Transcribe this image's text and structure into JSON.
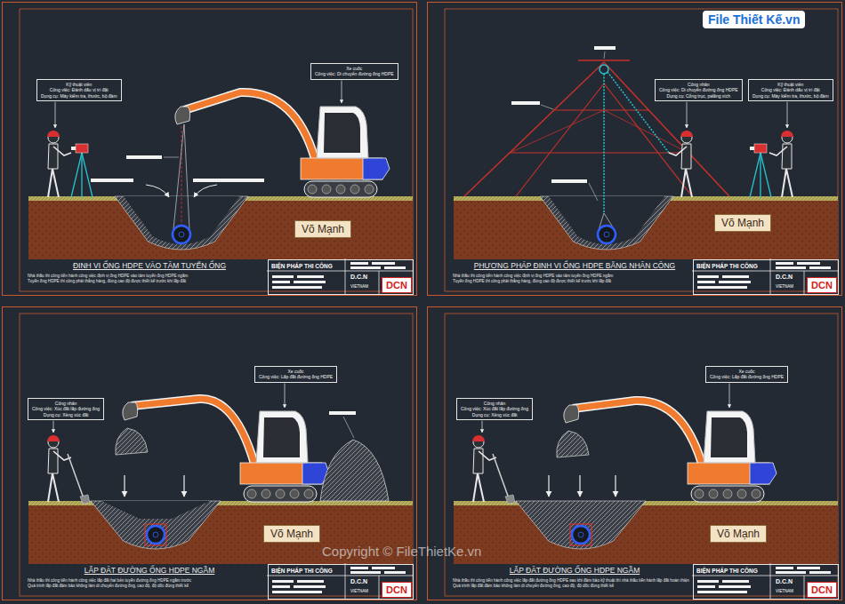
{
  "diagram": {
    "nodes": [
      {
        "text": [
          "ĐỊNH VỊ ỐNG HDPE VÀO TÂM TUYẾN ỐNG",
          "Nhà thầu thi công tiến hành công việc định vị ống HDPE vào tâm tuyến ống HDPE ngầm",
          "Tuyến ống HDPE thi công phải thẳng hàng, đúng cao độ được thiết kế trước khi lấp đất"
        ]
      },
      {
        "text": [
          "Kỹ thuật viên",
          "Công việc: Đánh dấu vị trí đặt",
          "Dụng cụ: Máy kiểm tra, thước, bộ đàm"
        ],
        "in": 0
      },
      {
        "text": [
          "Xe cuốc",
          "Công việc: Di chuyển đường ống HDPE"
        ],
        "in": 0
      },
      {
        "text": [
          "Võ Mạnh"
        ],
        "in": 0
      },
      {
        "text": [
          "BIỆN PHÁP THI CÔNG",
          "D.C.N",
          "VIETNAM"
        ],
        "in": 0
      },
      {
        "text": [
          "DCN"
        ],
        "in": 4
      },
      {
        "text": [
          "PHƯƠNG PHÁP ĐỊNH VỊ ỐNG HDPE BẰNG NHÂN CÔNG",
          "Nhà thầu thi công tiến hành công việc định vị ống HDPE vào tâm tuyến ống HDPE ngầm",
          "Tuyến ống HDPE thi công phải thẳng hàng, đúng cao độ được thiết kế trước khi lấp đất"
        ]
      },
      {
        "text": [
          "Công nhân",
          "Công việc: Di chuyển đường ống HDPE",
          "Dụng cụ: Cổng trục, palăng xích"
        ],
        "in": 6
      },
      {
        "text": [
          "Kỹ thuật viên",
          "Công việc: Đánh dấu vị trí đặt",
          "Dụng cụ: Máy kiểm tra, thước, bộ đàm"
        ],
        "in": 6
      },
      {
        "text": [
          "Võ Mạnh"
        ],
        "in": 6
      },
      {
        "text": [
          "BIỆN PHÁP THI CÔNG",
          "D.C.N",
          "VIETNAM"
        ],
        "in": 6
      },
      {
        "text": [
          "DCN"
        ],
        "in": 10
      },
      {
        "text": [
          "LẮP ĐẶT ĐƯỜNG ỐNG HDPE NGẦM",
          "Nhà thầu thi công tiến hành công việc lấp đất hai bên tuyến đường ống HDPE ngầm trước",
          "Quá trình lấp đất đảm bảo không làm di chuyển đường ống, cao độ, độ dốc đúng thiết kế"
        ]
      },
      {
        "text": [
          "Công nhân",
          "Công việc: Xúc đất lấp đường ống",
          "Dụng cụ: Xẻng xúc đất"
        ],
        "in": 12
      },
      {
        "text": [
          "Xe cuốc",
          "Công việc: Lấp đất đường ống HDPE"
        ],
        "in": 12
      },
      {
        "text": [
          "Võ Mạnh"
        ],
        "in": 12
      },
      {
        "text": [
          "BIỆN PHÁP THI CÔNG",
          "D.C.N",
          "VIETNAM"
        ],
        "in": 12
      },
      {
        "text": [
          "DCN"
        ],
        "in": 16
      },
      {
        "text": [
          "LẮP ĐẶT ĐƯỜNG ỐNG HDPE NGẦM",
          "Nhà thầu thi công tiến hành công việc lấp đất đường ống HDPE sau khi đảm bảo kỹ thuật thì nhà thầu tiến hành lấp đất hoàn thiện",
          "Quá trình lấp đất đảm bảo không làm di chuyển đường ống, cao độ, độ dốc đúng thiết kế"
        ]
      },
      {
        "text": [
          "Công nhân",
          "Công việc: Xúc đất lấp đường ống",
          "Dụng cụ: Xẻng xúc đất"
        ],
        "in": 18
      },
      {
        "text": [
          "Xe cuốc",
          "Công việc: Lấp đất đường ống HDPE"
        ],
        "in": 18
      },
      {
        "text": [
          "Võ Mạnh"
        ],
        "in": 18
      },
      {
        "text": [
          "BIỆN PHÁP THI CÔNG",
          "D.C.N",
          "VIETNAM"
        ],
        "in": 18
      },
      {
        "text": [
          "DCN"
        ],
        "in": 22
      }
    ],
    "labels": [
      "File Thiết Kế.vn",
      "Copyright © FileThietKe.vn"
    ]
  }
}
